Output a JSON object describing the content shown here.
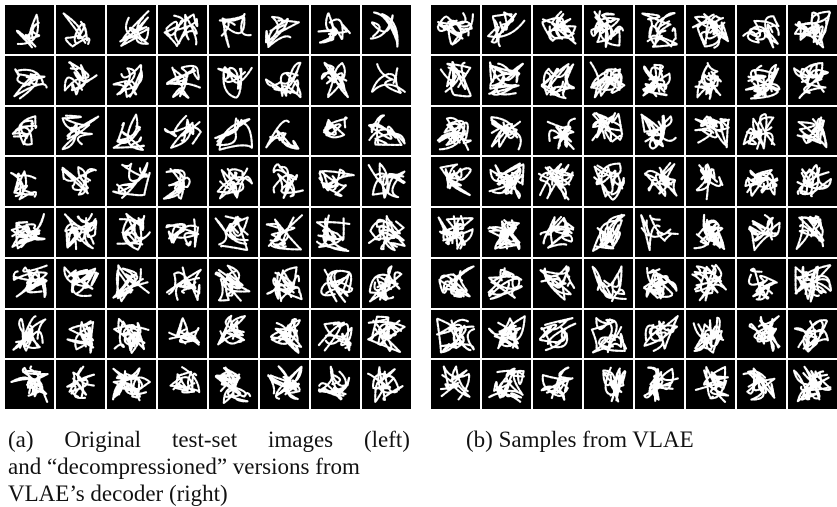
{
  "figure": {
    "grid_rows": 8,
    "grid_cols": 8,
    "left_panel": {
      "description_key": "original-and-decompressioned"
    },
    "right_panel": {
      "description_key": "vlae-samples"
    }
  },
  "captions": {
    "a_line1_words": [
      "(a)",
      "Original",
      "test-set",
      "images",
      "(left)"
    ],
    "a_line2": "and “decompressioned” versions from",
    "a_line3": "VLAE’s decoder (right)",
    "b": "(b) Samples from VLAE"
  }
}
